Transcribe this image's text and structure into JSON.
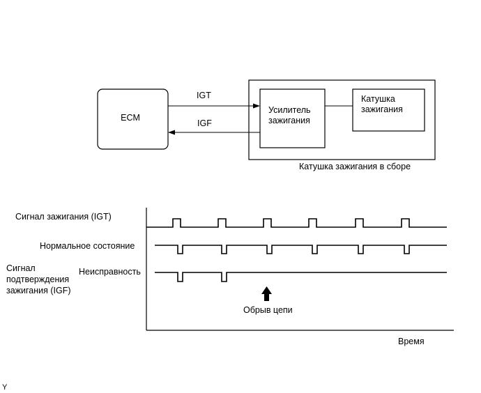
{
  "block_diagram": {
    "ecm_label": "ECM",
    "igt_label": "IGT",
    "igf_label": "IGF",
    "igniter_line1": "Усилитель",
    "igniter_line2": "зажигания",
    "coil_line1": "Катушка",
    "coil_line2": "зажигания",
    "assembly_caption": "Катушка зажигания в сборе"
  },
  "timing_chart": {
    "igt_signal_label": "Сигнал зажигания (IGT)",
    "normal_state_label": "Нормальное состояние",
    "malfunction_label": "Неисправность",
    "igf_label_line1": "Сигнал",
    "igf_label_line2": "подтверждения",
    "igf_label_line3": "зажигания (IGF)",
    "open_circuit_label": "Обрыв цепи",
    "time_label": "Время",
    "igt_pulse_count": 6,
    "normal_igf_pulse_count": 6,
    "malfunction_igf_pulse_count": 2
  },
  "corner_mark": "Y",
  "colors": {
    "line": "#000000",
    "background": "#ffffff"
  }
}
